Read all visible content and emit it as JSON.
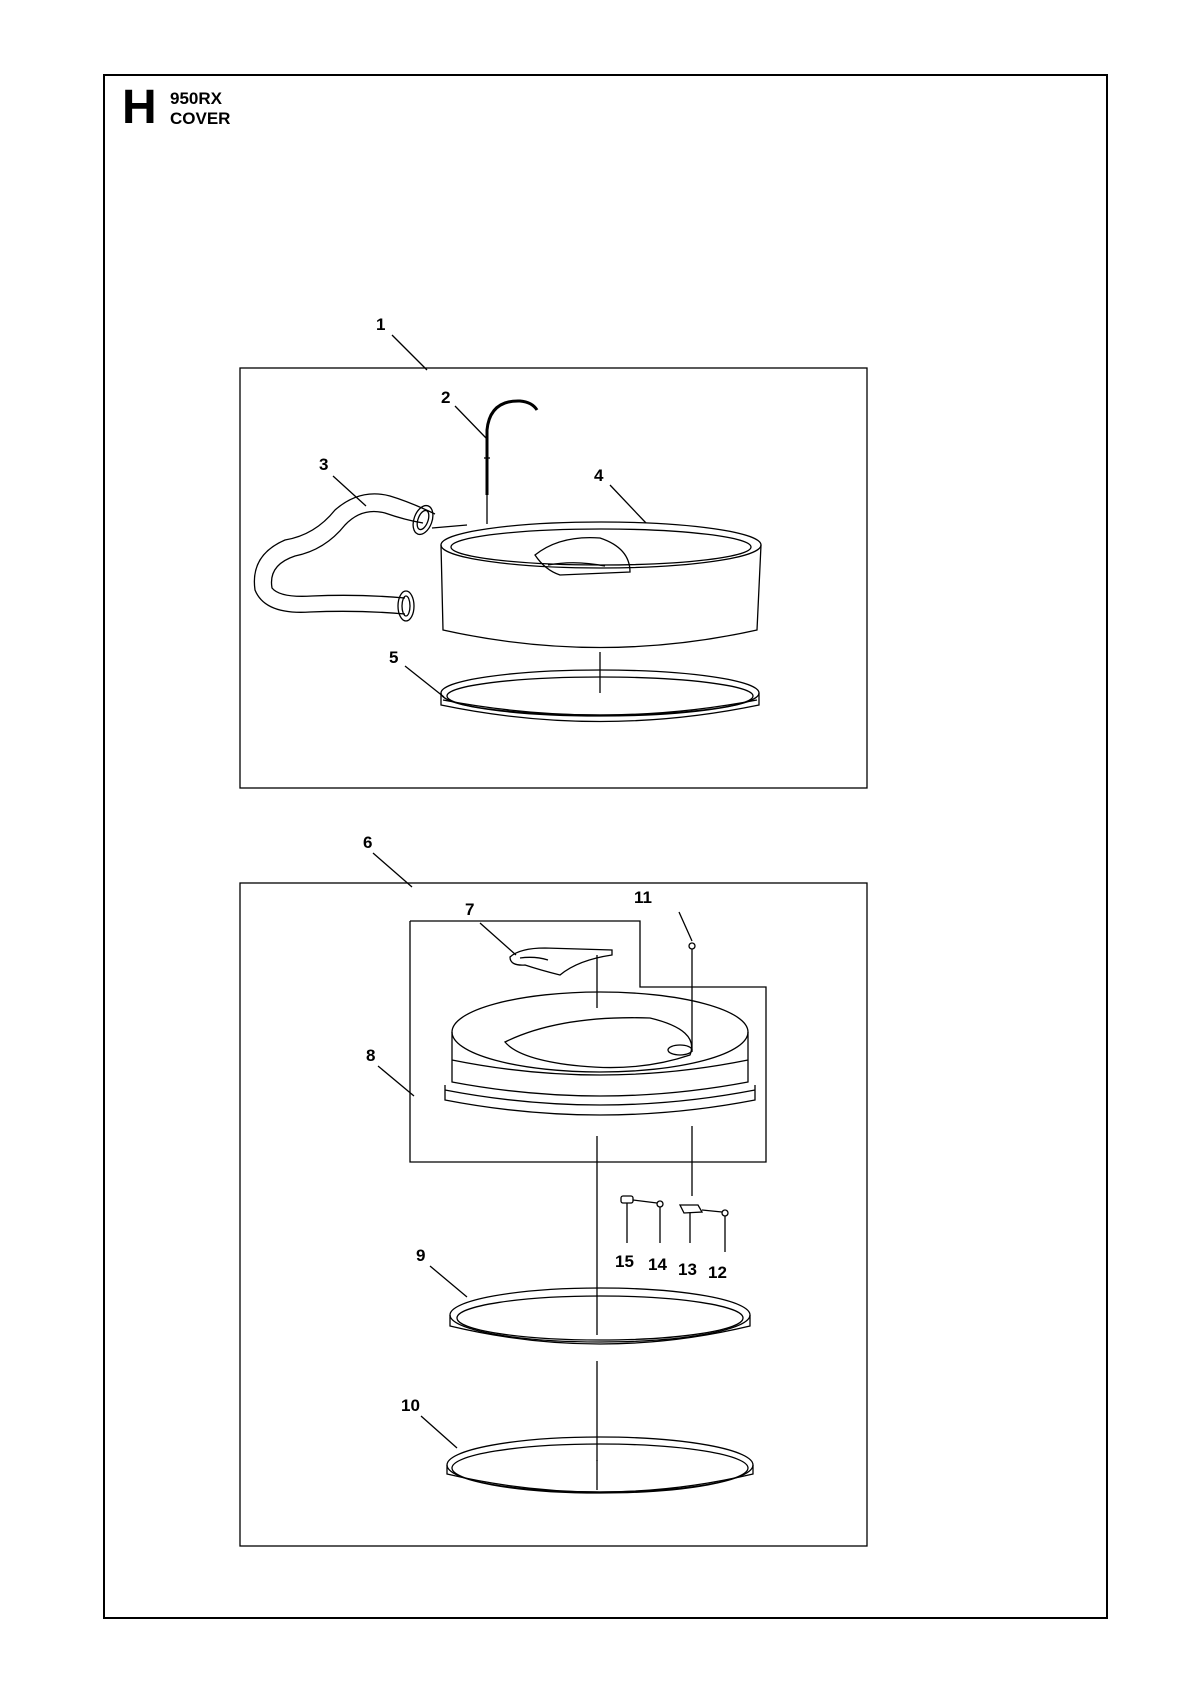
{
  "header": {
    "section_letter": "H",
    "model": "950RX",
    "section_name": "COVER"
  },
  "callouts": [
    "1",
    "2",
    "3",
    "4",
    "5",
    "6",
    "7",
    "8",
    "9",
    "10",
    "11",
    "12",
    "13",
    "14",
    "15"
  ],
  "colors": {
    "line": "#000000",
    "background": "#ffffff"
  }
}
